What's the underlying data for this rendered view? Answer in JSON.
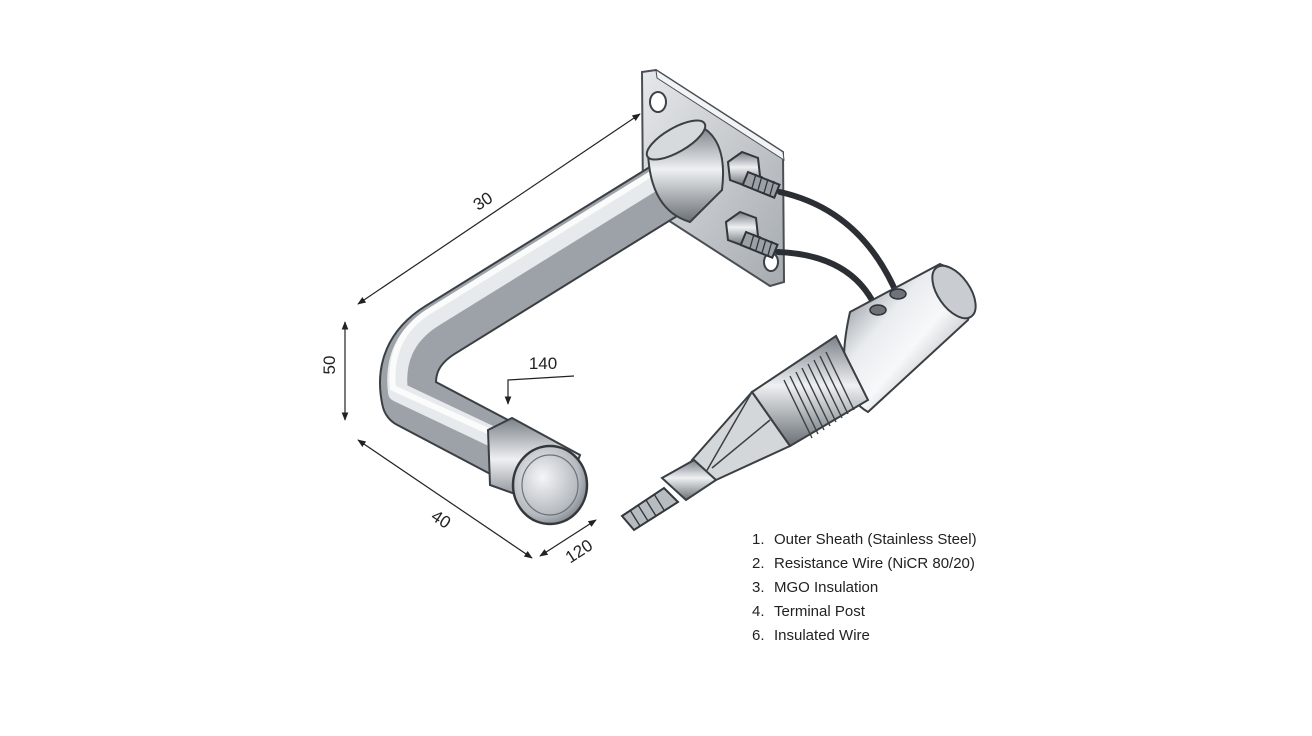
{
  "dimensions": {
    "top_length": "30",
    "height": "50",
    "bottom_length": "40",
    "tip_length": "120",
    "bend_callout": "140"
  },
  "legend": [
    {
      "num": "1.",
      "text": "Outer Sheath (Stainless Steel)"
    },
    {
      "num": "2.",
      "text": "Resistance Wire (NiCR 80/20)"
    },
    {
      "num": "3.",
      "text": "MGO Insulation"
    },
    {
      "num": "4.",
      "text": "Terminal Post"
    },
    {
      "num": "6.",
      "text": "Insulated Wire"
    }
  ]
}
